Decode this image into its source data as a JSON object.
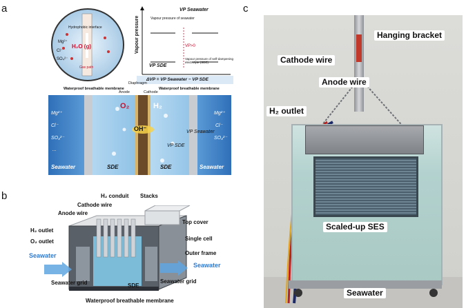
{
  "panels": {
    "a": "a",
    "b": "b",
    "c": "c"
  },
  "panel_a": {
    "inset": {
      "hydrophobic_interface": "Hydrophobic interface",
      "h2o_gas": "H₂O (g)",
      "gas_path": "Gas path",
      "ions": [
        "Mg²⁺",
        "Cl⁻",
        "SO₄²⁻"
      ]
    },
    "vp_plot": {
      "ylabel": "Vapour pressure",
      "vp_seawater": "VP Seawater",
      "vp_of_seawater": "Vapour pressure of seawater",
      "vp_gt": "VP>0",
      "vp_sde": "VP SDE",
      "vp_of_sde": "Vapour pressure of self-dampening electrolyte (SDE)",
      "formula": "ΔVP = VP Seawater − VP SDE"
    },
    "membrane_left": "Waterproof breathable membrane",
    "membrane_right": "Waterproof breathable membrane",
    "diaphragm": "Diaphragm",
    "anode": "Anode",
    "cathode": "Cathode",
    "o2": "O₂",
    "h2": "H₂",
    "oh": "OH⁻",
    "vp_seawater_label": "VP Seawater",
    "vp_sde_label": "VP SDE",
    "seawater_left": "Seawater",
    "sde_left": "SDE",
    "sde_right": "SDE",
    "seawater_right": "Seawater",
    "ions": [
      "Mg²⁺",
      "Cl⁻",
      "SO₄²⁻",
      "..."
    ]
  },
  "panel_b": {
    "h2_conduit": "H₂ conduit",
    "stacks": "Stacks",
    "cathode_wire": "Cathode wire",
    "anode_wire": "Anode wire",
    "top_cover": "Top cover",
    "h2_outlet": "H₂ outlet",
    "o2_outlet": "O₂ outlet",
    "single_cell": "Single cell",
    "outer_frame": "Outer frame",
    "seawater_left": "Seawater",
    "seawater_right": "Seawater",
    "seawater_grid_left": "Seawater grid",
    "sde": "SDE",
    "seawater_grid_right": "Seawater grid",
    "membrane": "Waterproof breathable membrane"
  },
  "panel_c": {
    "hanging_bracket": "Hanging bracket",
    "cathode_wire": "Cathode wire",
    "anode_wire": "Anode wire",
    "h2_outlet": "H₂ outlet",
    "scaled_up_ses": "Scaled-up SES",
    "seawater": "Seawater"
  },
  "colors": {
    "seawater_blue": "#3a7fc9",
    "sde_blue": "#8fc3e8",
    "electrode_brown": "#6b4a2a",
    "o2_red": "#c8102e",
    "h2_white": "#ffffff",
    "grid_gray": "#b9bcc0"
  }
}
